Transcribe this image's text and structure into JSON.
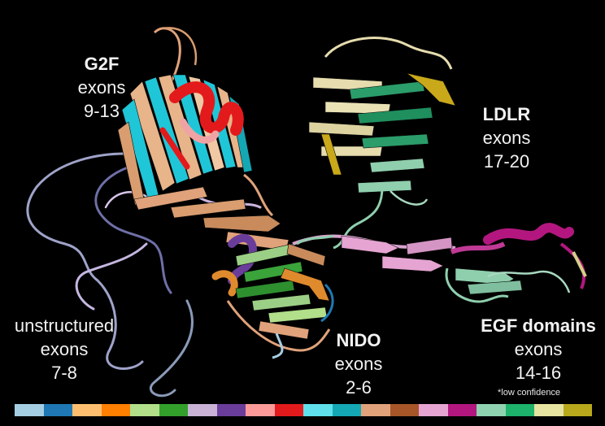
{
  "labels": {
    "g2f": {
      "title": "G2F",
      "line1": "exons",
      "line2": "9-13"
    },
    "ldlr": {
      "title": "LDLR",
      "line1": "exons",
      "line2": "17-20"
    },
    "unstructured": {
      "line0": "unstructured",
      "line1": "exons",
      "line2": "7-8"
    },
    "nido": {
      "title": "NIDO",
      "line1": "exons",
      "line2": "2-6"
    },
    "egf": {
      "title": "EGF domains",
      "line1": "exons",
      "line2": "14-16"
    },
    "note": "*low confidence"
  },
  "colors": {
    "colorbar": [
      "#a6cee3",
      "#1f78b4",
      "#fdbf6f",
      "#ff7f00",
      "#b2df8a",
      "#33a02c",
      "#cab2d6",
      "#6a3d9a",
      "#fb9a99",
      "#e31a1c",
      "#5fe0ea",
      "#14a8b5",
      "#e0a27a",
      "#a65628",
      "#e5a4d2",
      "#b3177f",
      "#8fd3b0",
      "#1db36a",
      "#e7e3a1",
      "#b8a81b"
    ],
    "g2f_barrel_a": "#1fc6d8",
    "g2f_barrel_b": "#e8b48a",
    "g2f_helix": "#e31a1c",
    "g2f_helix_light": "#f0a3a3",
    "ldlr_light": "#e6dcae",
    "ldlr_green": "#2a9d6a",
    "ldlr_yellow": "#c9a81a",
    "nido_orange": "#e08a2e",
    "nido_green": "#3aa33a",
    "nido_lightgreen": "#9ccf86",
    "nido_purple": "#6a3d9a",
    "linker_pink": "#d9a3cf",
    "egf_magenta": "#b3177f",
    "egf_mint": "#8fcfae",
    "coil_lavender": "#b7aee0",
    "coil_grey": "#8d9bb8"
  }
}
